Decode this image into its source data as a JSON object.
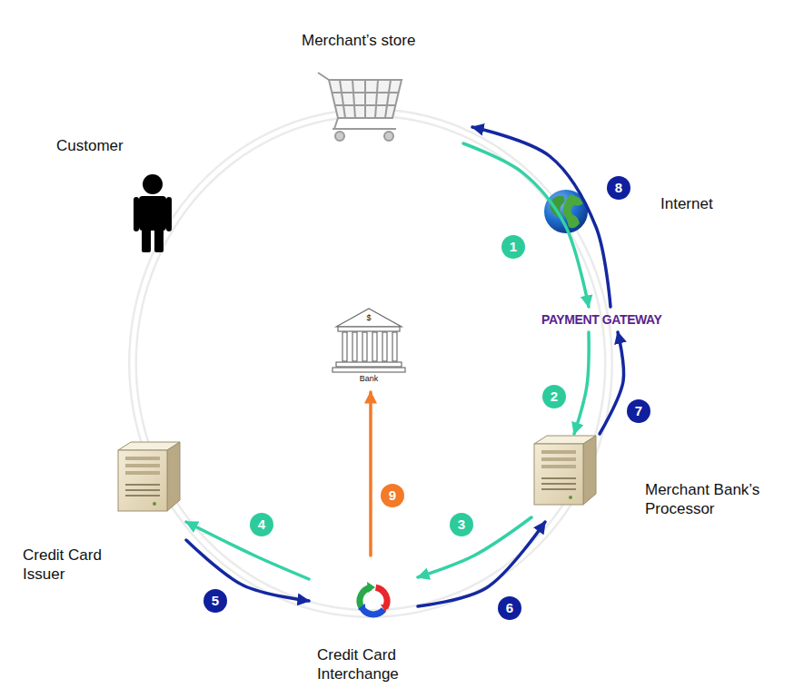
{
  "diagram": {
    "nodes": [
      {
        "text": [
          "Customer"
        ]
      },
      {
        "text": [
          "Merchant’s store"
        ]
      },
      {
        "text": [
          "Internet"
        ]
      },
      {
        "text": [
          "PAYMENT GATEWAY"
        ]
      },
      {
        "text": [
          "$",
          "Bank"
        ]
      },
      {
        "text": [
          "Merchant Bank’s Processor"
        ]
      },
      {
        "text": [
          "Credit Card Interchange"
        ]
      },
      {
        "text": [
          "Credit Card Issuer"
        ]
      }
    ],
    "edges": [
      {
        "from": 1,
        "to": 3,
        "label": "1",
        "arrow": "to"
      },
      {
        "from": 3,
        "to": 5,
        "label": "2",
        "arrow": "to"
      },
      {
        "from": 5,
        "to": 6,
        "label": "3",
        "arrow": "to"
      },
      {
        "from": 6,
        "to": 7,
        "label": "4",
        "arrow": "to"
      },
      {
        "from": 7,
        "to": 6,
        "label": "5",
        "arrow": "to"
      },
      {
        "from": 6,
        "to": 5,
        "label": "6",
        "arrow": "to"
      },
      {
        "from": 5,
        "to": 3,
        "label": "7",
        "arrow": "to"
      },
      {
        "from": 3,
        "to": 1,
        "label": "8",
        "arrow": "to"
      },
      {
        "from": 6,
        "to": 4,
        "label": "9",
        "arrow": "to"
      }
    ]
  }
}
